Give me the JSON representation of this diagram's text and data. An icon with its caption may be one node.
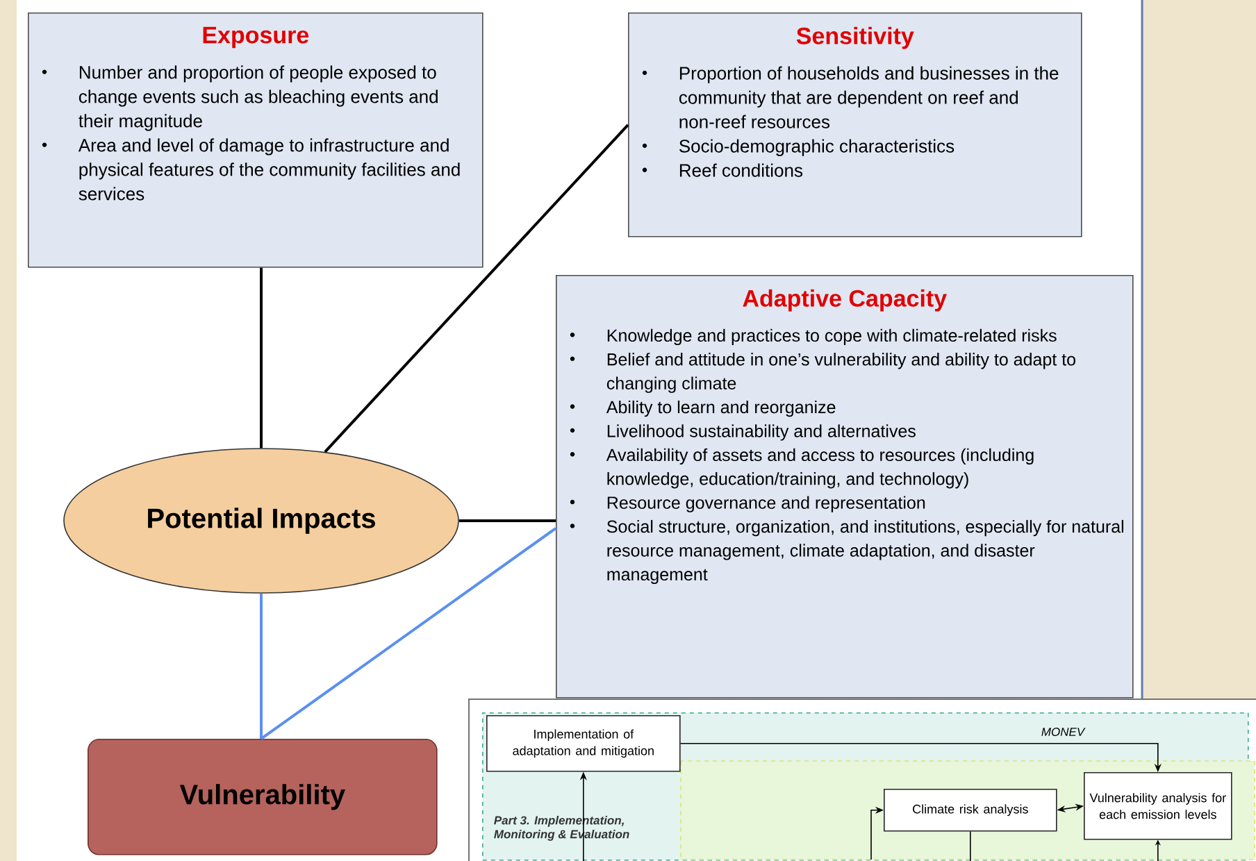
{
  "diagram": {
    "nodes": [
      {
        "text": [
          "Exposure",
          "Number and proportion of people exposed to change events such as bleaching events and their magnitude",
          "Area and level of damage to infrastructure and physical features of the community facilities and services"
        ]
      },
      {
        "text": [
          "Sensitivity",
          "Proportion of households and businesses in the community that are dependent on reef and non-reef resources",
          "Socio-demographic characteristics",
          "Reef conditions"
        ]
      },
      {
        "text": [
          "Adaptive Capacity",
          "Knowledge and practices to cope with climate-related risks",
          "Belief and attitude in one’s vulnerability and ability to adapt to changing climate",
          "Ability to learn and reorganize",
          "Livelihood sustainability and alternatives",
          "Availability of assets and access to resources (including knowledge, education/training, and technology)",
          "Resource governance and representation",
          "Social structure, organization, and institutions, especially for natural resource management, climate adaptation, and disaster management"
        ]
      },
      {
        "text": [
          "Potential Impacts"
        ]
      },
      {
        "text": [
          "Vulnerability"
        ]
      },
      {
        "text": [],
        "shape": "box"
      },
      {
        "text": [
          "Part 3. Implementation, Monitoring & Evaluation"
        ],
        "in": 5
      },
      {
        "text": [
          "Implementation of adaptation and mitigation"
        ],
        "in": 6
      },
      {
        "text": [
          "Climate risk analysis"
        ],
        "in": 6
      },
      {
        "text": [
          "Vulnerability analysis for each emission levels"
        ],
        "in": 6
      }
    ],
    "edges": [
      {
        "from": 0,
        "to": 3,
        "arrow": "none"
      },
      {
        "from": 1,
        "to": 3,
        "arrow": "none"
      },
      {
        "from": 2,
        "to": 3,
        "arrow": "none"
      },
      {
        "from": 3,
        "to": 4,
        "arrow": "none",
        "color": "#5b8ff0"
      },
      {
        "from": 2,
        "to": 4,
        "arrow": "none",
        "color": "#5b8ff0"
      },
      {
        "from": 7,
        "to": 9,
        "arrow": "to",
        "label": "MONEV"
      },
      {
        "from": 8,
        "to": 9,
        "arrow": "both"
      },
      {
        "from": 5,
        "to": 7,
        "arrow": "to"
      },
      {
        "from": 5,
        "to": 8,
        "arrow": "to"
      },
      {
        "from": 8,
        "to": 5,
        "arrow": "none"
      },
      {
        "from": 5,
        "to": 9,
        "arrow": "to"
      }
    ]
  }
}
